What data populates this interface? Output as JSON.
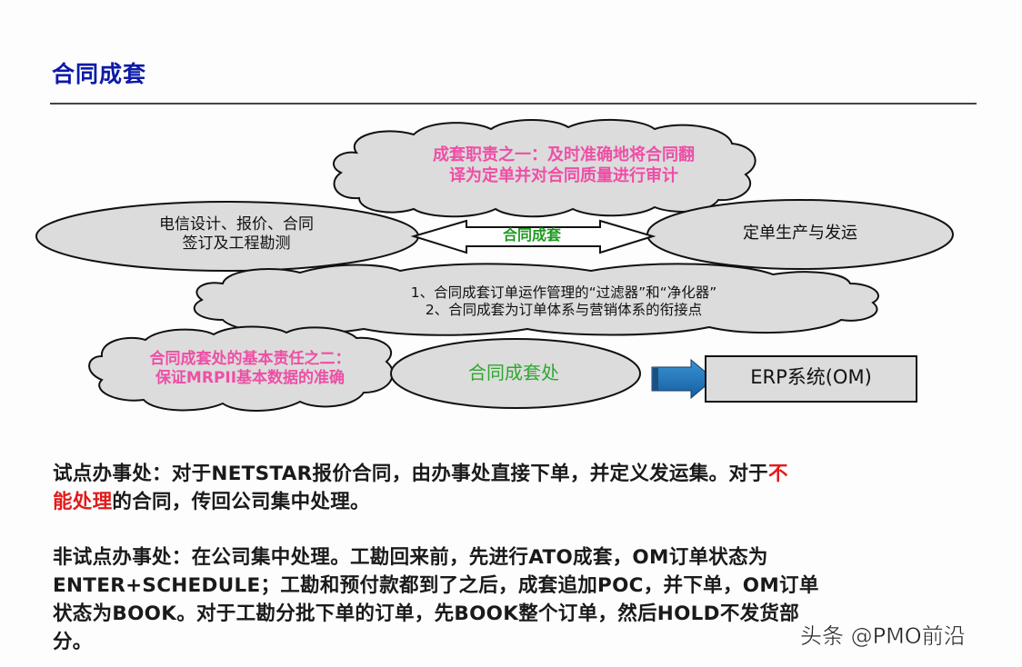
{
  "title": "合同成套",
  "diagram": {
    "top_cloud": {
      "line1": "成套职责之一：及时准确地将合同翻",
      "line2": "译为定单并对合同质量进行审计",
      "color": "#ee4fa6"
    },
    "left_ellipse": {
      "line1": "电信设计、报价、合同",
      "line2": "签订及工程勘测"
    },
    "center_arrow": {
      "label": "合同成套",
      "color": "#1f9a1f"
    },
    "right_ellipse": {
      "label": "定单生产与发运"
    },
    "middle_cloud": {
      "line1": "1、合同成套订单运作管理的“过滤器”和“净化器”",
      "line2": "2、合同成套为订单体系与营销体系的衔接点"
    },
    "bottom_left_cloud": {
      "line1": "合同成套处的基本责任之二：",
      "line2": "保证MRPII基本数据的准确",
      "color": "#ee4fa6"
    },
    "office_ellipse": {
      "label": "合同成套处",
      "color": "#2ea82e"
    },
    "erp_box": {
      "label": "ERP系统(OM)"
    },
    "colors": {
      "shape_fill": "#dcdcdc",
      "shape_stroke": "#111111",
      "arrow_blue": "#1e78c2"
    }
  },
  "paragraphs": {
    "p1": {
      "part1": "试点办事处：对于NETSTAR报价合同，由办事处直接下单，并定义发运集。对于",
      "highlight_a": "不",
      "highlight_b": "能处理",
      "part2": "的合同，传回公司集中处理。",
      "highlight_color": "#e21b1b"
    },
    "p2": {
      "line1": "非试点办事处：在公司集中处理。工勘回来前，先进行ATO成套，OM订单状态为",
      "line2": "ENTER+SCHEDULE；工勘和预付款都到了之后，成套追加POC，并下单，OM订单",
      "line3": "状态为BOOK。对于工勘分批下单的订单，先BOOK整个订单，然后HOLD不发货部",
      "line4": "分。"
    }
  },
  "watermark": "头条 @PMO前沿"
}
